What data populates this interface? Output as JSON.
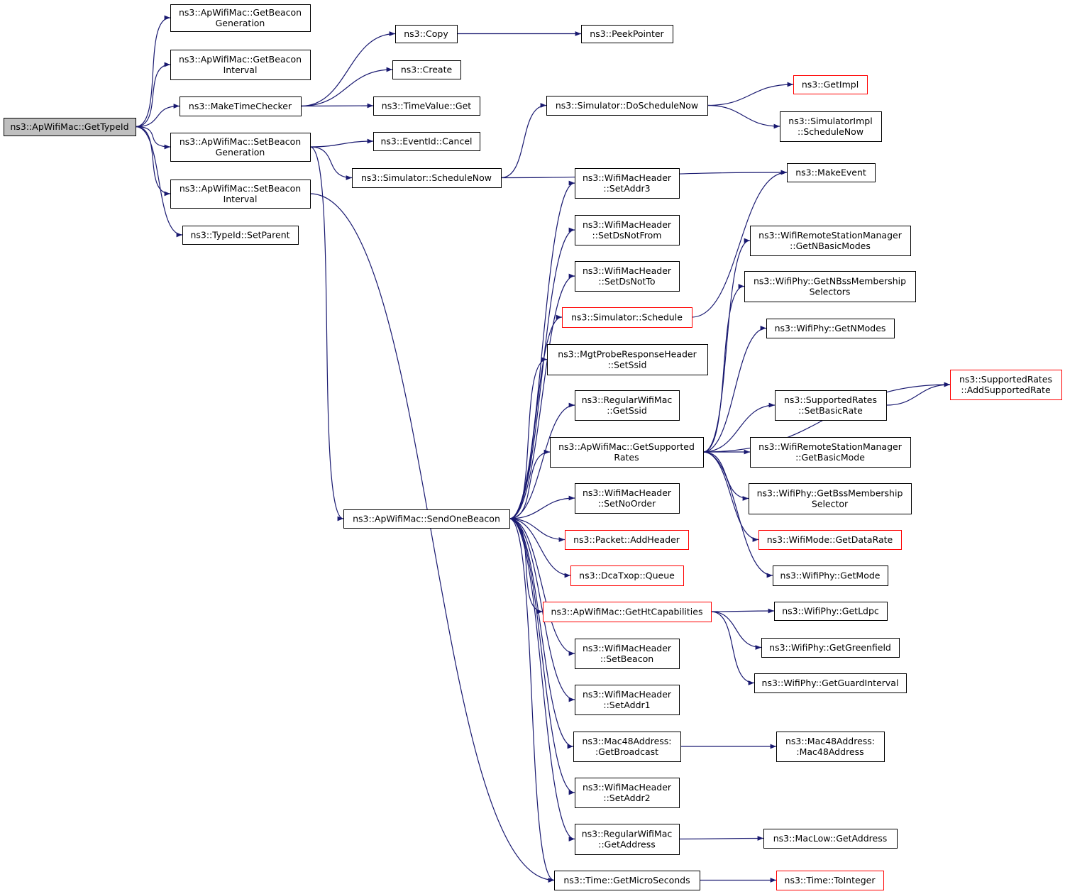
{
  "colors": {
    "edge": "#191970",
    "node_border": "#000000",
    "truncated_border": "#ff0000",
    "root_fill": "#bfbfbf"
  },
  "nodes": [
    {
      "id": "root",
      "lines": [
        "ns3::ApWifiMac::GetTypeId"
      ],
      "root": true
    },
    {
      "id": "getBeaconGen",
      "lines": [
        "ns3::ApWifiMac::GetBeacon",
        "Generation"
      ]
    },
    {
      "id": "getBeaconInt",
      "lines": [
        "ns3::ApWifiMac::GetBeacon",
        "Interval"
      ]
    },
    {
      "id": "makeTimeChecker",
      "lines": [
        "ns3::MakeTimeChecker"
      ]
    },
    {
      "id": "setBeaconGen",
      "lines": [
        "ns3::ApWifiMac::SetBeacon",
        "Generation"
      ]
    },
    {
      "id": "setBeaconInt",
      "lines": [
        "ns3::ApWifiMac::SetBeacon",
        "Interval"
      ]
    },
    {
      "id": "setParent",
      "lines": [
        "ns3::TypeId::SetParent"
      ]
    },
    {
      "id": "copy",
      "lines": [
        "ns3::Copy"
      ]
    },
    {
      "id": "create",
      "lines": [
        "ns3::Create"
      ]
    },
    {
      "id": "timeValueGet",
      "lines": [
        "ns3::TimeValue::Get"
      ]
    },
    {
      "id": "eventCancel",
      "lines": [
        "ns3::EventId::Cancel"
      ]
    },
    {
      "id": "simScheduleNow",
      "lines": [
        "ns3::Simulator::ScheduleNow"
      ]
    },
    {
      "id": "peekPointer",
      "lines": [
        "ns3::PeekPointer"
      ]
    },
    {
      "id": "simDoScheduleNow",
      "lines": [
        "ns3::Simulator::DoScheduleNow"
      ]
    },
    {
      "id": "getImpl",
      "lines": [
        "ns3::GetImpl"
      ],
      "truncated": true
    },
    {
      "id": "simImplScheduleNow",
      "lines": [
        "ns3::SimulatorImpl",
        "::ScheduleNow"
      ]
    },
    {
      "id": "makeEvent",
      "lines": [
        "ns3::MakeEvent"
      ]
    },
    {
      "id": "setAddr3",
      "lines": [
        "ns3::WifiMacHeader",
        "::SetAddr3"
      ]
    },
    {
      "id": "setDsNotFrom",
      "lines": [
        "ns3::WifiMacHeader",
        "::SetDsNotFrom"
      ]
    },
    {
      "id": "setDsNotTo",
      "lines": [
        "ns3::WifiMacHeader",
        "::SetDsNotTo"
      ]
    },
    {
      "id": "simSchedule",
      "lines": [
        "ns3::Simulator::Schedule"
      ],
      "truncated": true
    },
    {
      "id": "mgtSetSsid",
      "lines": [
        "ns3::MgtProbeResponseHeader",
        "::SetSsid"
      ]
    },
    {
      "id": "regGetSsid",
      "lines": [
        "ns3::RegularWifiMac",
        "::GetSsid"
      ]
    },
    {
      "id": "getSupportedRates",
      "lines": [
        "ns3::ApWifiMac::GetSupported",
        "Rates"
      ]
    },
    {
      "id": "sendOneBeacon",
      "lines": [
        "ns3::ApWifiMac::SendOneBeacon"
      ]
    },
    {
      "id": "setNoOrder",
      "lines": [
        "ns3::WifiMacHeader",
        "::SetNoOrder"
      ]
    },
    {
      "id": "addHeader",
      "lines": [
        "ns3::Packet::AddHeader"
      ],
      "truncated": true
    },
    {
      "id": "dcaQueue",
      "lines": [
        "ns3::DcaTxop::Queue"
      ],
      "truncated": true
    },
    {
      "id": "getHtCap",
      "lines": [
        "ns3::ApWifiMac::GetHtCapabilities"
      ],
      "truncated": true
    },
    {
      "id": "setBeacon",
      "lines": [
        "ns3::WifiMacHeader",
        "::SetBeacon"
      ]
    },
    {
      "id": "setAddr1",
      "lines": [
        "ns3::WifiMacHeader",
        "::SetAddr1"
      ]
    },
    {
      "id": "getBroadcast",
      "lines": [
        "ns3::Mac48Address:",
        ":GetBroadcast"
      ]
    },
    {
      "id": "setAddr2",
      "lines": [
        "ns3::WifiMacHeader",
        "::SetAddr2"
      ]
    },
    {
      "id": "regGetAddress",
      "lines": [
        "ns3::RegularWifiMac",
        "::GetAddress"
      ]
    },
    {
      "id": "getMicroSeconds",
      "lines": [
        "ns3::Time::GetMicroSeconds"
      ]
    },
    {
      "id": "wrsmGetNBasicModes",
      "lines": [
        "ns3::WifiRemoteStationManager",
        "::GetNBasicModes"
      ]
    },
    {
      "id": "phyGetNBss",
      "lines": [
        "ns3::WifiPhy::GetNBssMembership",
        "Selectors"
      ]
    },
    {
      "id": "phyGetNModes",
      "lines": [
        "ns3::WifiPhy::GetNModes"
      ]
    },
    {
      "id": "srSetBasicRate",
      "lines": [
        "ns3::SupportedRates",
        "::SetBasicRate"
      ]
    },
    {
      "id": "wrsmGetBasicMode",
      "lines": [
        "ns3::WifiRemoteStationManager",
        "::GetBasicMode"
      ]
    },
    {
      "id": "phyGetBss",
      "lines": [
        "ns3::WifiPhy::GetBssMembership",
        "Selector"
      ]
    },
    {
      "id": "modeGetDataRate",
      "lines": [
        "ns3::WifiMode::GetDataRate"
      ],
      "truncated": true
    },
    {
      "id": "phyGetMode",
      "lines": [
        "ns3::WifiPhy::GetMode"
      ]
    },
    {
      "id": "phyGetLdpc",
      "lines": [
        "ns3::WifiPhy::GetLdpc"
      ]
    },
    {
      "id": "phyGetGreenfield",
      "lines": [
        "ns3::WifiPhy::GetGreenfield"
      ]
    },
    {
      "id": "phyGetGuard",
      "lines": [
        "ns3::WifiPhy::GetGuardInterval"
      ]
    },
    {
      "id": "mac48Address",
      "lines": [
        "ns3::Mac48Address:",
        ":Mac48Address"
      ]
    },
    {
      "id": "macLowGetAddress",
      "lines": [
        "ns3::MacLow::GetAddress"
      ]
    },
    {
      "id": "srAddSupportedRate",
      "lines": [
        "ns3::SupportedRates",
        "::AddSupportedRate"
      ],
      "truncated": true
    },
    {
      "id": "timeToInteger",
      "lines": [
        "ns3::Time::ToInteger"
      ],
      "truncated": true
    }
  ],
  "edges": [
    [
      "root",
      "getBeaconGen"
    ],
    [
      "root",
      "getBeaconInt"
    ],
    [
      "root",
      "makeTimeChecker"
    ],
    [
      "root",
      "setBeaconGen"
    ],
    [
      "root",
      "setBeaconInt"
    ],
    [
      "root",
      "setParent"
    ],
    [
      "makeTimeChecker",
      "copy"
    ],
    [
      "makeTimeChecker",
      "create"
    ],
    [
      "makeTimeChecker",
      "timeValueGet"
    ],
    [
      "copy",
      "peekPointer"
    ],
    [
      "setBeaconGen",
      "eventCancel"
    ],
    [
      "setBeaconGen",
      "simScheduleNow"
    ],
    [
      "setBeaconGen",
      "sendOneBeacon"
    ],
    [
      "setBeaconInt",
      "getMicroSeconds"
    ],
    [
      "simScheduleNow",
      "simDoScheduleNow"
    ],
    [
      "simScheduleNow",
      "makeEvent"
    ],
    [
      "simDoScheduleNow",
      "getImpl"
    ],
    [
      "simDoScheduleNow",
      "simImplScheduleNow"
    ],
    [
      "simSchedule",
      "makeEvent"
    ],
    [
      "sendOneBeacon",
      "setAddr3"
    ],
    [
      "sendOneBeacon",
      "setDsNotFrom"
    ],
    [
      "sendOneBeacon",
      "setDsNotTo"
    ],
    [
      "sendOneBeacon",
      "simSchedule"
    ],
    [
      "sendOneBeacon",
      "mgtSetSsid"
    ],
    [
      "sendOneBeacon",
      "regGetSsid"
    ],
    [
      "sendOneBeacon",
      "getSupportedRates"
    ],
    [
      "sendOneBeacon",
      "setNoOrder"
    ],
    [
      "sendOneBeacon",
      "addHeader"
    ],
    [
      "sendOneBeacon",
      "dcaQueue"
    ],
    [
      "sendOneBeacon",
      "getHtCap"
    ],
    [
      "sendOneBeacon",
      "setBeacon"
    ],
    [
      "sendOneBeacon",
      "setAddr1"
    ],
    [
      "sendOneBeacon",
      "getBroadcast"
    ],
    [
      "sendOneBeacon",
      "setAddr2"
    ],
    [
      "sendOneBeacon",
      "regGetAddress"
    ],
    [
      "sendOneBeacon",
      "getMicroSeconds"
    ],
    [
      "getSupportedRates",
      "wrsmGetNBasicModes"
    ],
    [
      "getSupportedRates",
      "phyGetNBss"
    ],
    [
      "getSupportedRates",
      "phyGetNModes"
    ],
    [
      "getSupportedRates",
      "srAddSupportedRate"
    ],
    [
      "getSupportedRates",
      "srSetBasicRate"
    ],
    [
      "getSupportedRates",
      "wrsmGetBasicMode"
    ],
    [
      "getSupportedRates",
      "phyGetBss"
    ],
    [
      "getSupportedRates",
      "modeGetDataRate"
    ],
    [
      "getSupportedRates",
      "phyGetMode"
    ],
    [
      "srSetBasicRate",
      "srAddSupportedRate"
    ],
    [
      "getHtCap",
      "phyGetLdpc"
    ],
    [
      "getHtCap",
      "phyGetGreenfield"
    ],
    [
      "getHtCap",
      "phyGetGuard"
    ],
    [
      "getBroadcast",
      "mac48Address"
    ],
    [
      "regGetAddress",
      "macLowGetAddress"
    ],
    [
      "getMicroSeconds",
      "timeToInteger"
    ]
  ]
}
